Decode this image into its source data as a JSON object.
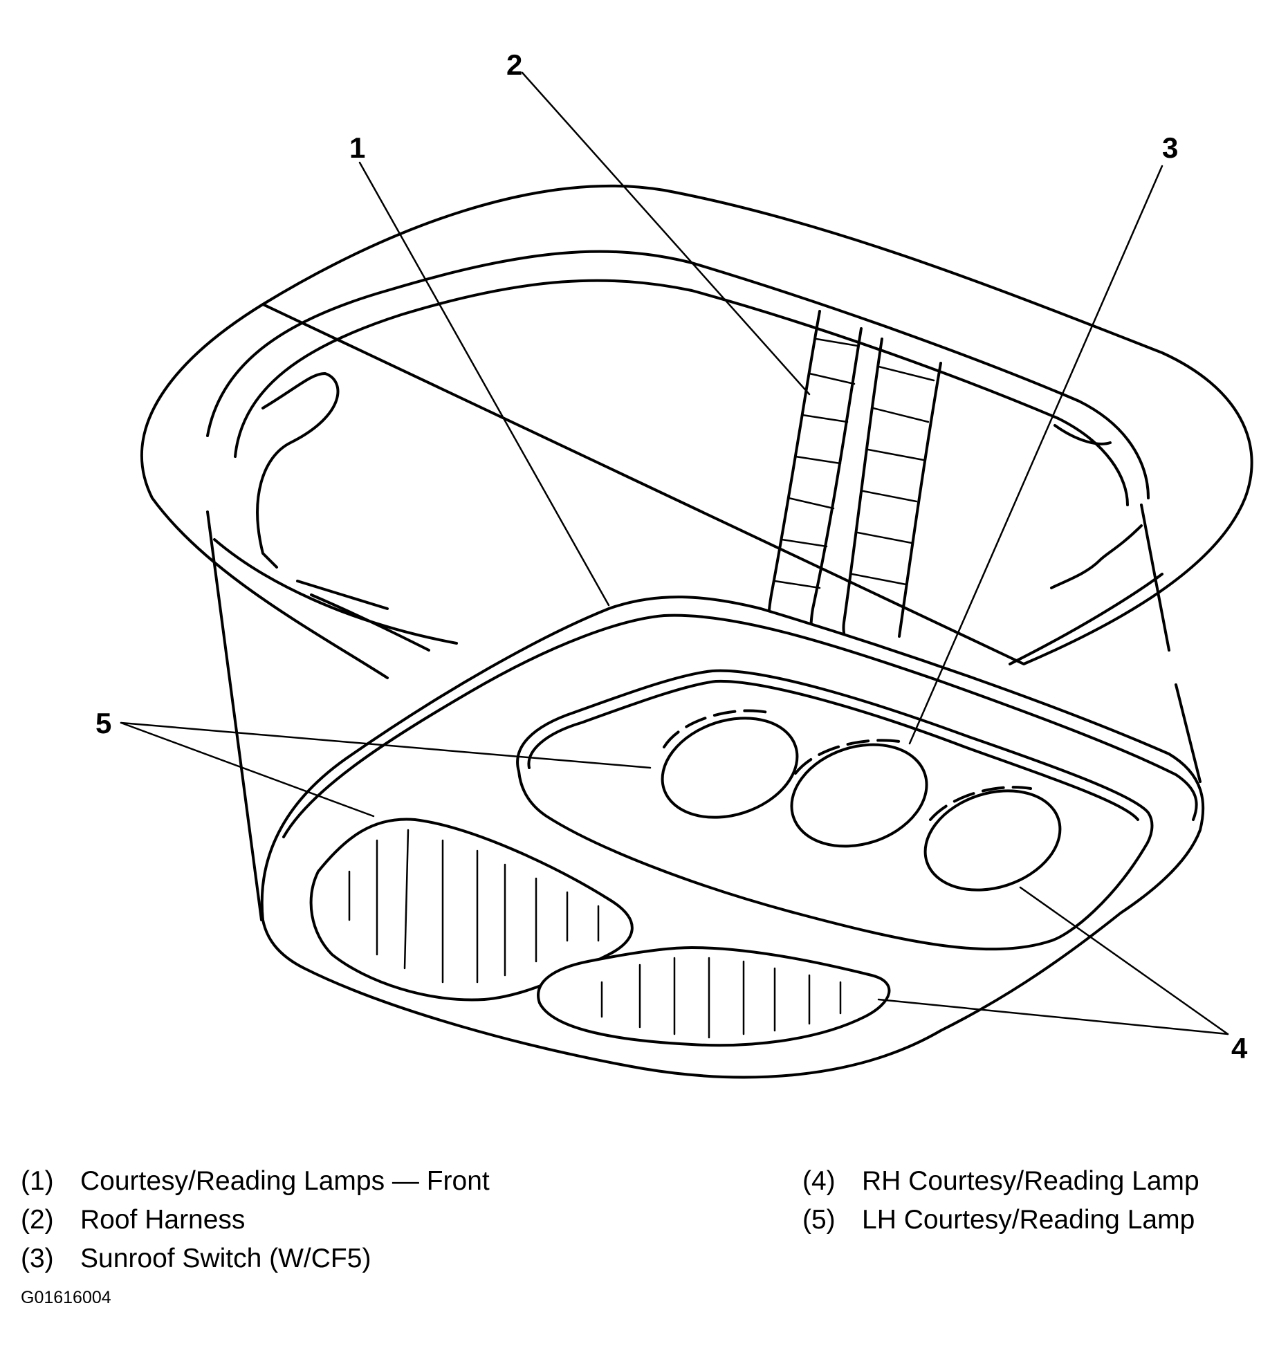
{
  "callouts": {
    "c1": "1",
    "c2": "2",
    "c3": "3",
    "c4": "4",
    "c5": "5"
  },
  "legend": [
    {
      "num": "(1)",
      "text": "Courtesy/Reading Lamps — Front"
    },
    {
      "num": "(2)",
      "text": "Roof Harness"
    },
    {
      "num": "(3)",
      "text": "Sunroof Switch (W/CF5)"
    },
    {
      "num": "(4)",
      "text": "RH Courtesy/Reading Lamp"
    },
    {
      "num": "(5)",
      "text": "LH Courtesy/Reading Lamp"
    }
  ],
  "figure_id": "G01616004"
}
